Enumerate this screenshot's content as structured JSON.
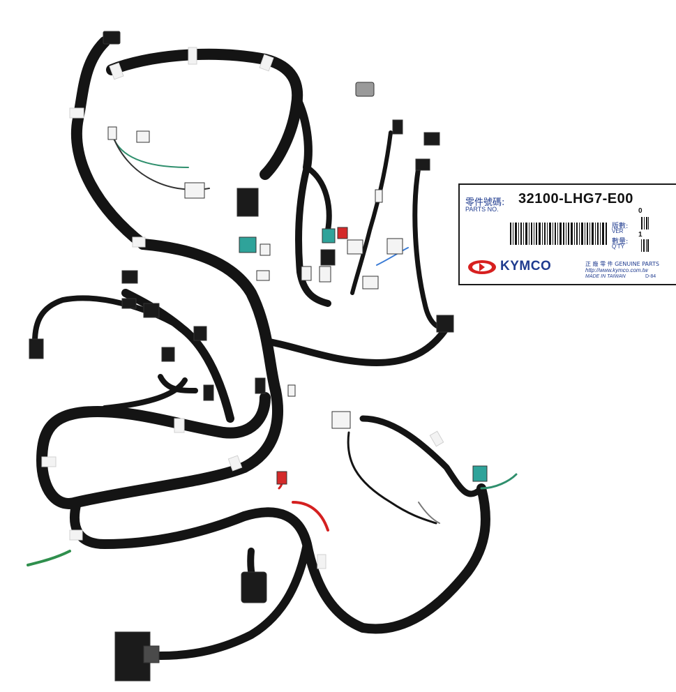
{
  "label": {
    "name_cn": "零件號碼:",
    "name_en": "PARTS NO.",
    "part_number": "32100-LHG7-E00",
    "version_cn": "版數:",
    "version_en": "VER",
    "version_value": "0",
    "qty_cn": "數量:",
    "qty_en": "Q'TY",
    "qty_value": "1",
    "brand": "KYMCO",
    "genuine": "正 廠 零 件 GENUINE PARTS",
    "website": "http://www.kymco.com.tw",
    "made_in": "MADE IN TAIWAN",
    "code": "D-84"
  },
  "colors": {
    "harness": "#121212",
    "tape": "#f2f2f2",
    "label_blue": "#1f3b8f",
    "logo_red": "#d7201f"
  }
}
